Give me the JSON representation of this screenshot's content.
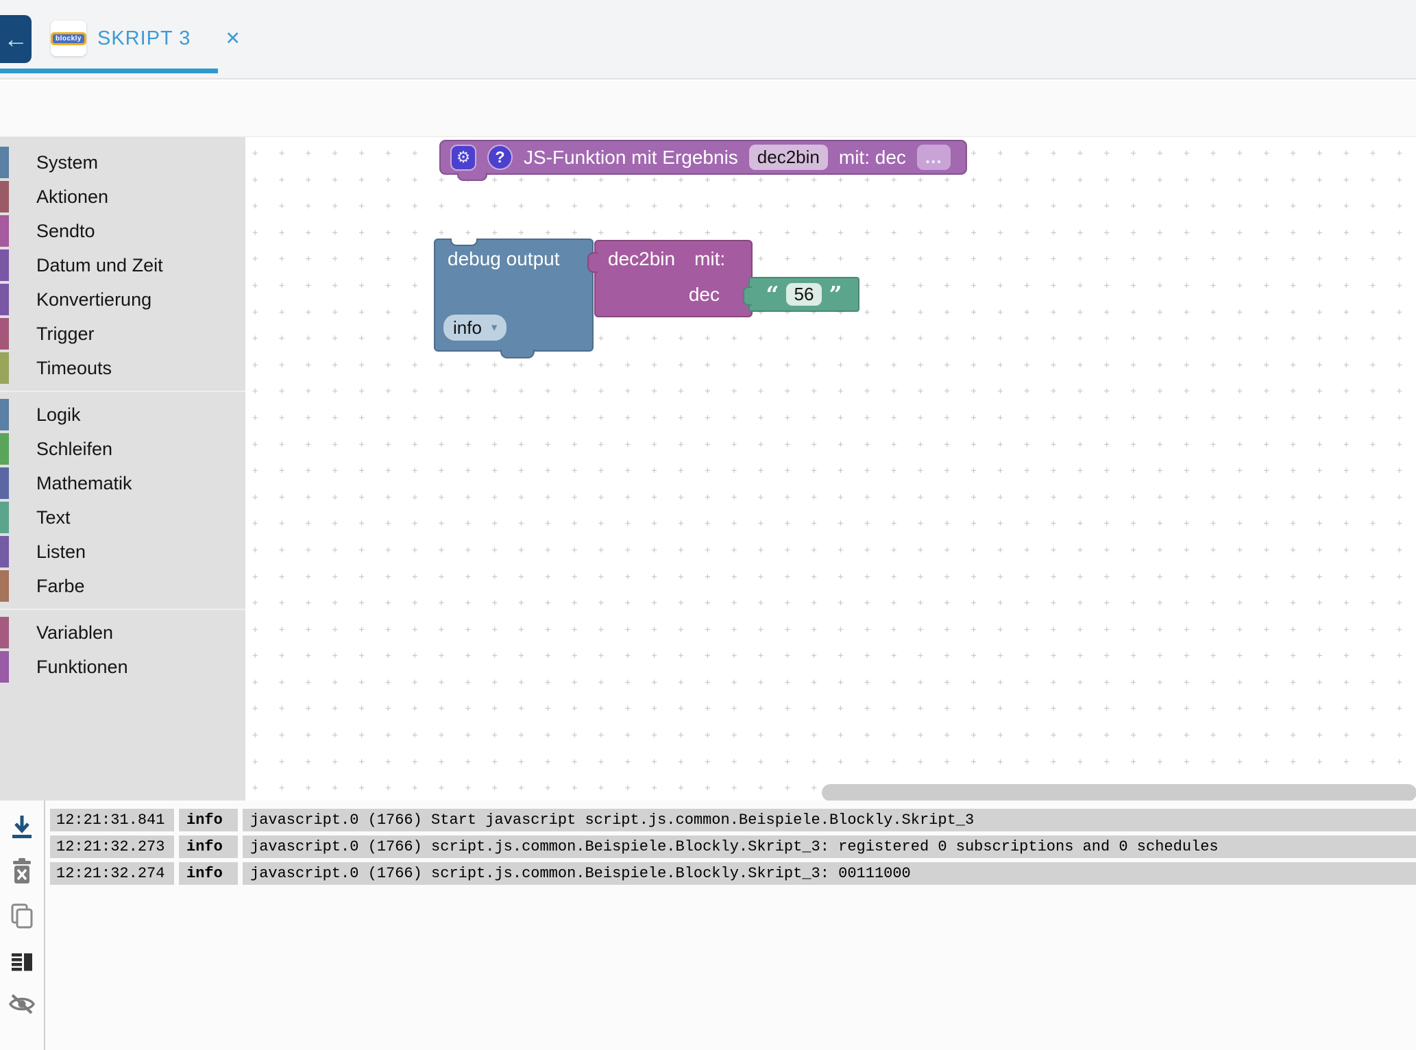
{
  "header": {
    "back_label": "←",
    "logo_text": "blockly",
    "tab_title": "SKRIPT 3",
    "close_label": "✕"
  },
  "toolbar": {
    "icons": [
      "center-view-icon",
      "refresh-icon"
    ]
  },
  "sidebar": {
    "groups": [
      [
        {
          "label": "System",
          "color": "#5b80a5"
        },
        {
          "label": "Aktionen",
          "color": "#9b5b66"
        },
        {
          "label": "Sendto",
          "color": "#a55b9e"
        },
        {
          "label": "Datum und Zeit",
          "color": "#7a57a5"
        },
        {
          "label": "Konvertierung",
          "color": "#7a57a5"
        },
        {
          "label": "Trigger",
          "color": "#a5577a"
        },
        {
          "label": "Timeouts",
          "color": "#99a55b"
        }
      ],
      [
        {
          "label": "Logik",
          "color": "#5b80a5"
        },
        {
          "label": "Schleifen",
          "color": "#5ba55b"
        },
        {
          "label": "Mathematik",
          "color": "#5b67a5"
        },
        {
          "label": "Text",
          "color": "#5ba58c"
        },
        {
          "label": "Listen",
          "color": "#745ba5"
        },
        {
          "label": "Farbe",
          "color": "#a5745b"
        }
      ],
      [
        {
          "label": "Variablen",
          "color": "#a55b80"
        },
        {
          "label": "Funktionen",
          "color": "#995ba5"
        }
      ]
    ]
  },
  "workspace": {
    "function_block": {
      "gear_icon": "⚙",
      "help_icon": "?",
      "label": "JS-Funktion mit Ergebnis",
      "name": "dec2bin",
      "params": "mit: dec",
      "more": "..."
    },
    "call_block": {
      "name": "dec2bin",
      "mit": "mit:",
      "arg": "dec"
    },
    "debug_block": {
      "label": "debug output",
      "level": "info",
      "arrow": "▾"
    },
    "string_block": {
      "quote_open": "“",
      "value": "56",
      "quote_close": "”"
    }
  },
  "log": {
    "rows": [
      {
        "time": "12:21:31.841",
        "severity": "info",
        "message": "javascript.0 (1766) Start javascript script.js.common.Beispiele.Blockly.Skript_3"
      },
      {
        "time": "12:21:32.273",
        "severity": "info",
        "message": "javascript.0 (1766) script.js.common.Beispiele.Blockly.Skript_3: registered 0 subscriptions and 0 schedules"
      },
      {
        "time": "12:21:32.274",
        "severity": "info",
        "message": "javascript.0 (1766) script.js.common.Beispiele.Blockly.Skript_3: 00111000"
      }
    ],
    "icons": [
      "download-icon",
      "clear-log-icon",
      "copy-icon",
      "split-view-icon",
      "hide-icon"
    ]
  },
  "colors": {
    "accent_blue": "#2f98cf",
    "tab_text": "#3d9bd5",
    "back_button": "#17497a",
    "sidebar_bg": "#e0e0e0",
    "block_function": "#a268b0",
    "block_call": "#a55ba0",
    "block_debug": "#6288ab",
    "block_string": "#5ba58c",
    "badge_indigo": "#4c40cf",
    "log_row_bg": "#d2d2d2",
    "download_icon": "#1d5380",
    "grid_dot": "#c8c8c8"
  }
}
